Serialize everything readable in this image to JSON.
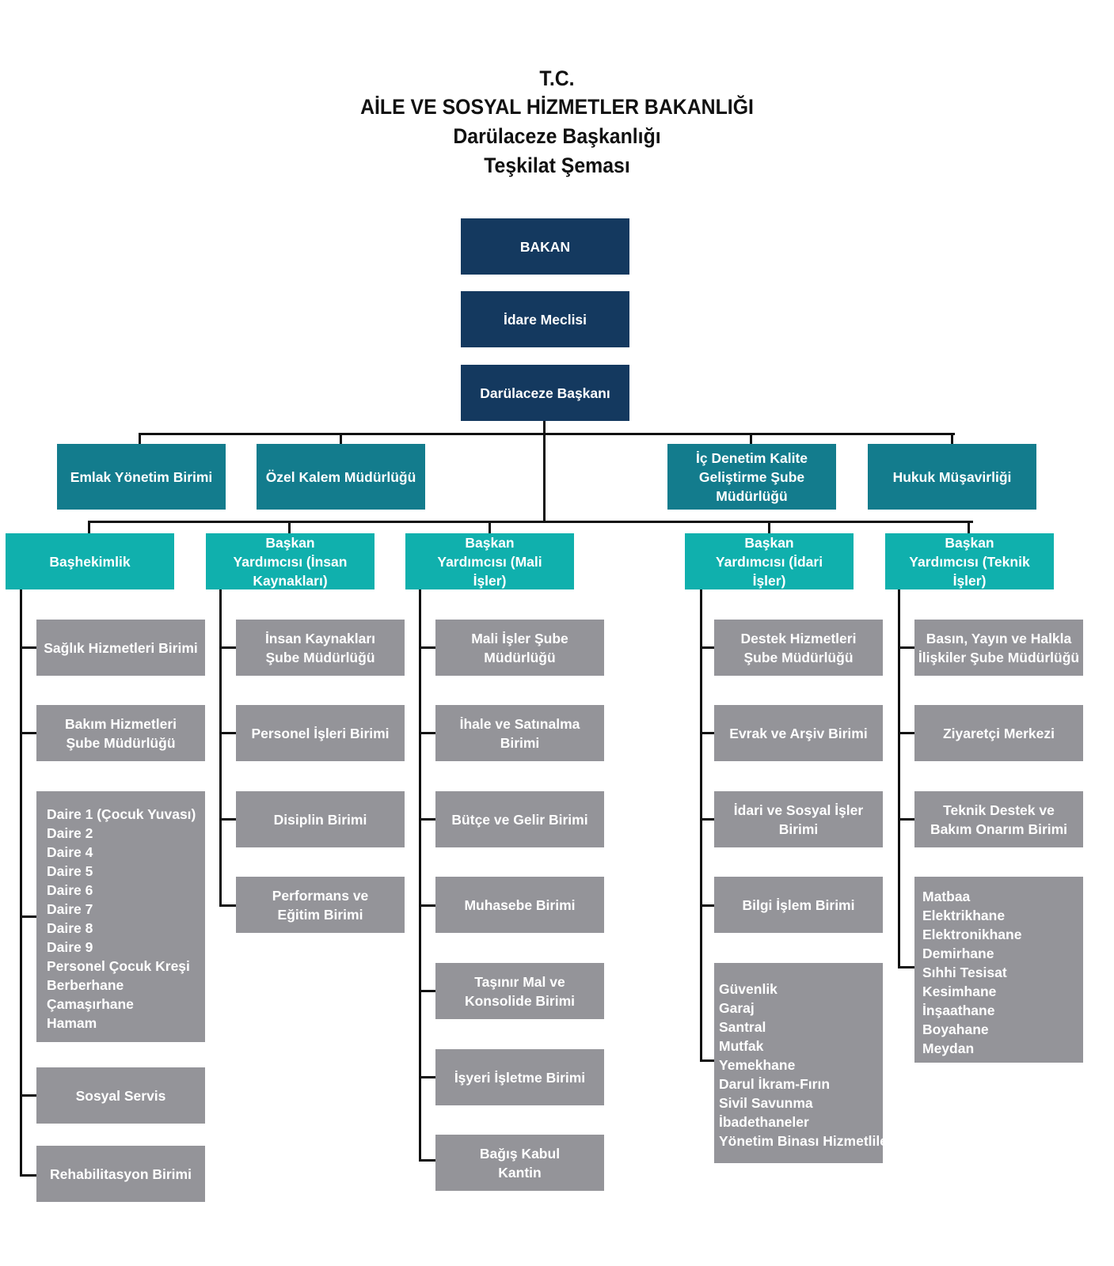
{
  "header": {
    "line1": "T.C.",
    "line2": "AİLE VE SOSYAL HİZMETLER BAKANLIĞI",
    "line3": "Darülaceze Başkanlığı",
    "line4": "Teşkilat Şeması"
  },
  "top": {
    "bakan": "BAKAN",
    "meclis": "İdare Meclisi",
    "baskan": "Darülaceze Başkanı"
  },
  "staff": {
    "emlak": "Emlak Yönetim Birimi",
    "ozel_kalem": "Özel Kalem Müdürlüğü",
    "ic_denetim": "İç Denetim Kalite Geliştirme Şube Müdürlüğü",
    "hukuk": "Hukuk Müşavirliği"
  },
  "columns": [
    {
      "head": "Başhekimlik",
      "items": [
        "Sağlık Hizmetleri Birimi",
        "Bakım Hizmetleri Şube Müdürlüğü"
      ],
      "list": [
        "Daire 1 (Çocuk Yuvası)",
        "Daire 2",
        "Daire 4",
        "Daire 5",
        "Daire 6",
        "Daire 7",
        "Daire 8",
        "Daire 9",
        "Personel Çocuk Kreşi",
        "Berberhane",
        "Çamaşırhane",
        "Hamam"
      ],
      "items_after": [
        "Sosyal Servis",
        "Rehabilitasyon Birimi"
      ]
    },
    {
      "head": "Başkan Yardımcısı (İnsan Kaynakları)",
      "items": [
        "İnsan Kaynakları Şube Müdürlüğü",
        "Personel İşleri Birimi",
        "Disiplin Birimi",
        "Performans ve Eğitim Birimi"
      ]
    },
    {
      "head": "Başkan Yardımcısı (Mali İşler)",
      "items": [
        "Mali İşler Şube Müdürlüğü",
        "İhale ve Satınalma Birimi",
        "Bütçe ve Gelir Birimi",
        "Muhasebe Birimi",
        "Taşınır Mal ve Konsolide Birimi",
        "İşyeri İşletme Birimi",
        "Bağış Kabul Kantin"
      ]
    },
    {
      "head": "Başkan Yardımcısı (İdari İşler)",
      "items": [
        "Destek Hizmetleri Şube Müdürlüğü",
        "Evrak ve Arşiv Birimi",
        "İdari ve Sosyal İşler Birimi",
        "Bilgi İşlem Birimi"
      ],
      "list": [
        "Güvenlik",
        "Garaj",
        "Santral",
        "Mutfak",
        "Yemekhane",
        "Darul İkram-Fırın",
        "Sivil Savunma",
        "İbadethaneler",
        "Yönetim Binası Hizmetliler"
      ]
    },
    {
      "head": "Başkan Yardımcısı (Teknik İşler)",
      "items": [
        "Basın, Yayın ve Halkla İlişkiler Şube Müdürlüğü",
        "Ziyaretçi Merkezi",
        "Teknik Destek ve Bakım Onarım Birimi"
      ],
      "list": [
        "Matbaa",
        "Elektrikhane",
        "Elektronikhane",
        "Demirhane",
        "Sıhhi Tesisat",
        "Kesimhane",
        "İnşaathane",
        "Boyahane",
        "Meydan"
      ]
    }
  ],
  "colors": {
    "navy": "#14395f",
    "teal_dark": "#137c8d",
    "teal": "#10b0ad",
    "gray": "#949499",
    "line": "#111111"
  }
}
